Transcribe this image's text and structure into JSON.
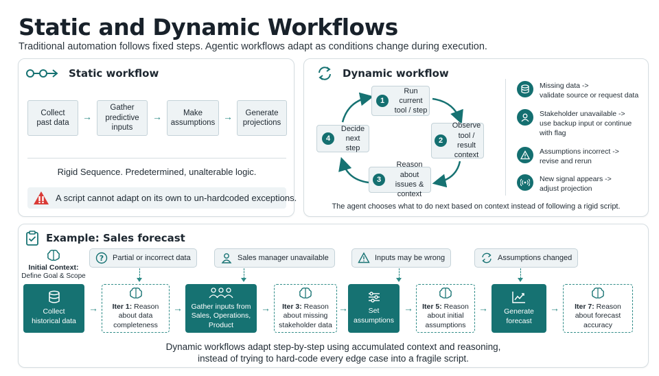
{
  "header": {
    "title": "Static and Dynamic Workflows",
    "subtitle": "Traditional automation follows fixed steps. Agentic workflows adapt as conditions change during execution."
  },
  "static_panel": {
    "title": "Static workflow",
    "steps": [
      "Collect past data",
      "Gather predictive inputs",
      "Make assumptions",
      "Generate projections"
    ],
    "caption": "Rigid Sequence. Predetermined, unalterable logic.",
    "warning": "A script cannot adapt on its own to un-hardcoded exceptions."
  },
  "dynamic_panel": {
    "title": "Dynamic workflow",
    "cycle": [
      {
        "num": "1",
        "label": "Run current tool / step"
      },
      {
        "num": "2",
        "label": "Observe tool / result context"
      },
      {
        "num": "3",
        "label": "Reason about issues & context"
      },
      {
        "num": "4",
        "label": "Decide next step"
      }
    ],
    "signals": [
      {
        "title": "Missing data ->",
        "detail": "validate source or request data",
        "icon": "database-icon"
      },
      {
        "title": "Stakeholder unavailable ->",
        "detail": "use backup input or continue with flag",
        "icon": "person-icon"
      },
      {
        "title": "Assumptions incorrect ->",
        "detail": "revise and rerun",
        "icon": "warning-icon"
      },
      {
        "title": "New signal appears ->",
        "detail": "adjust projection",
        "icon": "signal-icon"
      }
    ],
    "caption": "The agent chooses what to do next based on context instead of following a rigid script."
  },
  "example_panel": {
    "title": "Example: Sales forecast",
    "initial_context_title": "Initial Context:",
    "initial_context_sub": "Define Goal & Scope",
    "chips": [
      "Partial or incorrect data",
      "Sales manager unavailable",
      "Inputs may be wrong",
      "Assumptions changed"
    ],
    "steps": [
      {
        "label": "Collect historical data",
        "kind": "filled"
      },
      {
        "label_bold": "Iter 1:",
        "label": "Reason about data completeness",
        "kind": "dashed"
      },
      {
        "label": "Gather inputs from Sales, Operations, Product",
        "kind": "filled"
      },
      {
        "label_bold": "Iter 3:",
        "label": "Reason about missing stakeholder data",
        "kind": "dashed"
      },
      {
        "label": "Set assumptions",
        "kind": "filled"
      },
      {
        "label_bold": "Iter 5:",
        "label": "Reason about initial assumptions",
        "kind": "dashed"
      },
      {
        "label": "Generate forecast",
        "kind": "filled"
      },
      {
        "label_bold": "Iter 7:",
        "label": "Reason about forecast accuracy",
        "kind": "dashed"
      }
    ],
    "caption_line1": "Dynamic workflows adapt step-by-step using accumulated context and reasoning,",
    "caption_line2": "instead of trying to hard-code every edge case into a fragile script."
  },
  "colors": {
    "accent": "#167272",
    "arrow": "#2d8a86",
    "box_bg": "#eef3f5",
    "warning": "#d93a36"
  }
}
